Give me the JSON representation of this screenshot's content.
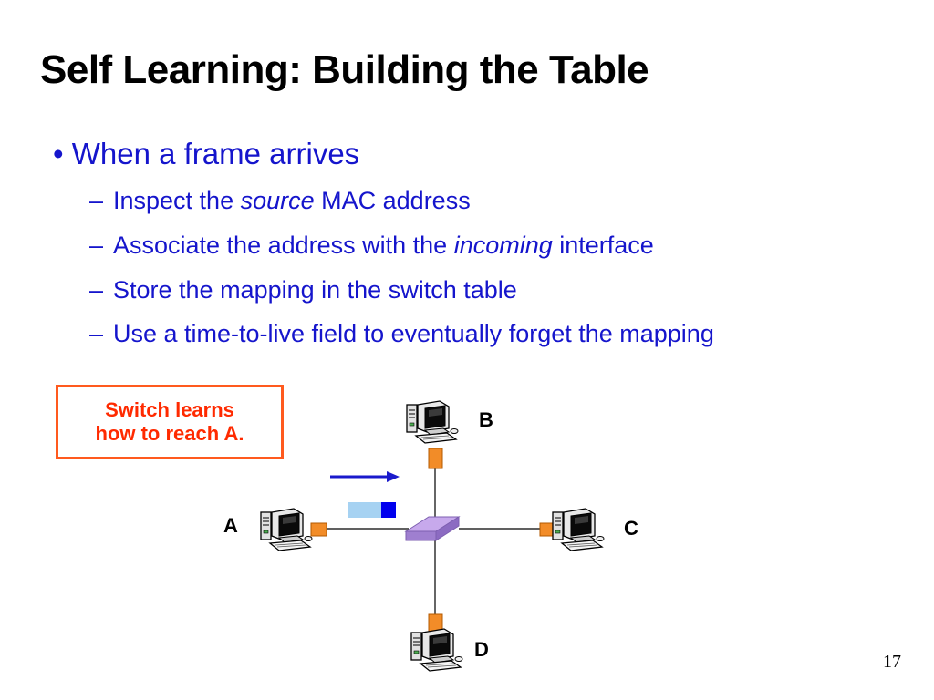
{
  "slide": {
    "title": "Self Learning: Building the Table",
    "bullet": "When a frame arrives",
    "bullet_marker": "•",
    "sub_marker": "–",
    "subbullets": [
      {
        "before": "Inspect the ",
        "em": "source",
        "after": " MAC address"
      },
      {
        "before": "Associate the address with the ",
        "em": "incoming",
        "after": " interface"
      },
      {
        "before": "Store the mapping in the switch table",
        "em": "",
        "after": ""
      },
      {
        "before": "Use a time-to-live field to eventually forget the mapping",
        "em": "",
        "after": ""
      }
    ],
    "callout": {
      "line1": "Switch learns",
      "line2": "how to reach A."
    },
    "page_number": "17"
  },
  "diagram": {
    "hosts": [
      {
        "id": "A",
        "label": "A"
      },
      {
        "id": "B",
        "label": "B"
      },
      {
        "id": "C",
        "label": "C"
      },
      {
        "id": "D",
        "label": "D"
      }
    ],
    "switch": {
      "name": "switch"
    },
    "frame": {
      "direction": "right"
    },
    "colors": {
      "text": "#1515cc",
      "callout_border": "#ff5a1e",
      "callout_text": "#ff2a00",
      "interface": "#f28c28",
      "switch": "#b08fd8",
      "arrow": "#1a1acc",
      "frame_light": "#a6d2f2",
      "frame_dark": "#0000ee"
    }
  }
}
